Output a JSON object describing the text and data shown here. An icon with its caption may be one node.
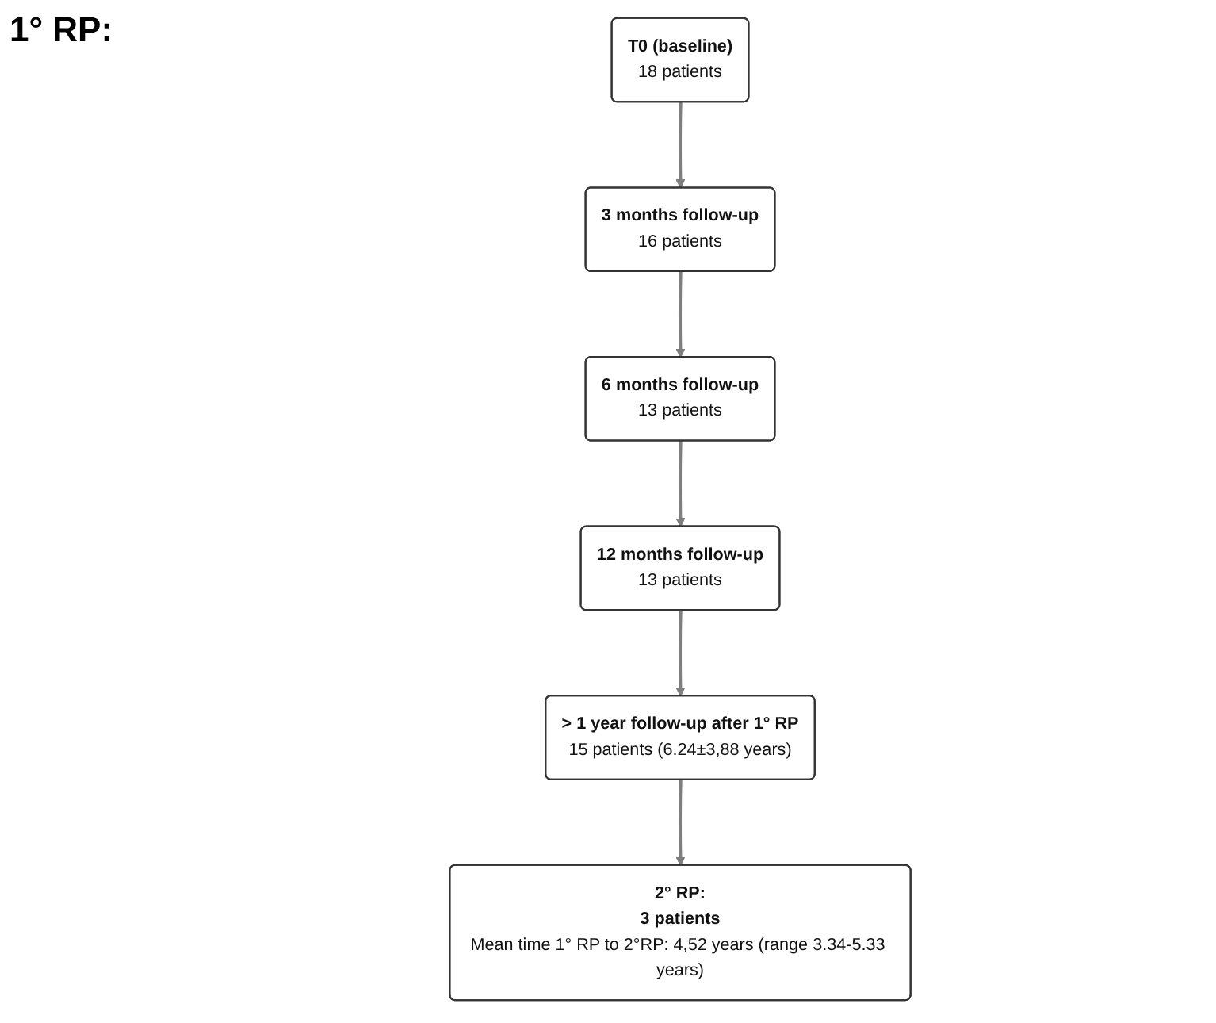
{
  "diagram": {
    "nodes": [
      {
        "text": [
          "T0 (baseline)",
          "18 patients"
        ]
      },
      {
        "text": [
          "3 months follow-up",
          "16 patients"
        ]
      },
      {
        "text": [
          "6 months follow-up",
          "13 patients"
        ]
      },
      {
        "text": [
          "12 months follow-up",
          "13 patients"
        ]
      },
      {
        "text": [
          "> 1 year follow-up after 1° RP",
          "15 patients (6.24±3,88 years)"
        ]
      },
      {
        "text": [
          "2° RP:",
          "3 patients",
          "Mean time 1° RP to 2°RP: 4,52 years (range 3.34-5.33 years)"
        ]
      }
    ],
    "edges": [
      {
        "from": 0,
        "to": 1,
        "arrow": "to"
      },
      {
        "from": 1,
        "to": 2,
        "arrow": "to"
      },
      {
        "from": 2,
        "to": 3,
        "arrow": "to"
      },
      {
        "from": 3,
        "to": 4,
        "arrow": "to"
      },
      {
        "from": 4,
        "to": 5,
        "arrow": "to"
      }
    ],
    "labels": [
      "1° RP:"
    ]
  }
}
